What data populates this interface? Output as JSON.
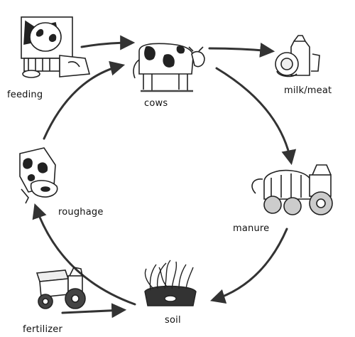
{
  "labels": {
    "feeding": "feeding",
    "cows": "cows",
    "milk_meat": "milk/meat",
    "manure": "manure",
    "soil": "soil",
    "roughage": "roughage",
    "fertilizer": "fertilizer"
  },
  "colors": {
    "ink": "#111111",
    "arrow": "#333333",
    "background": "#ffffff"
  },
  "icons": [
    "feeding-barn-icon",
    "cow-icon",
    "milk-meat-icon",
    "manure-tractor-icon",
    "soil-grass-icon",
    "roughage-hay-icon",
    "fertilizer-spreader-icon"
  ]
}
